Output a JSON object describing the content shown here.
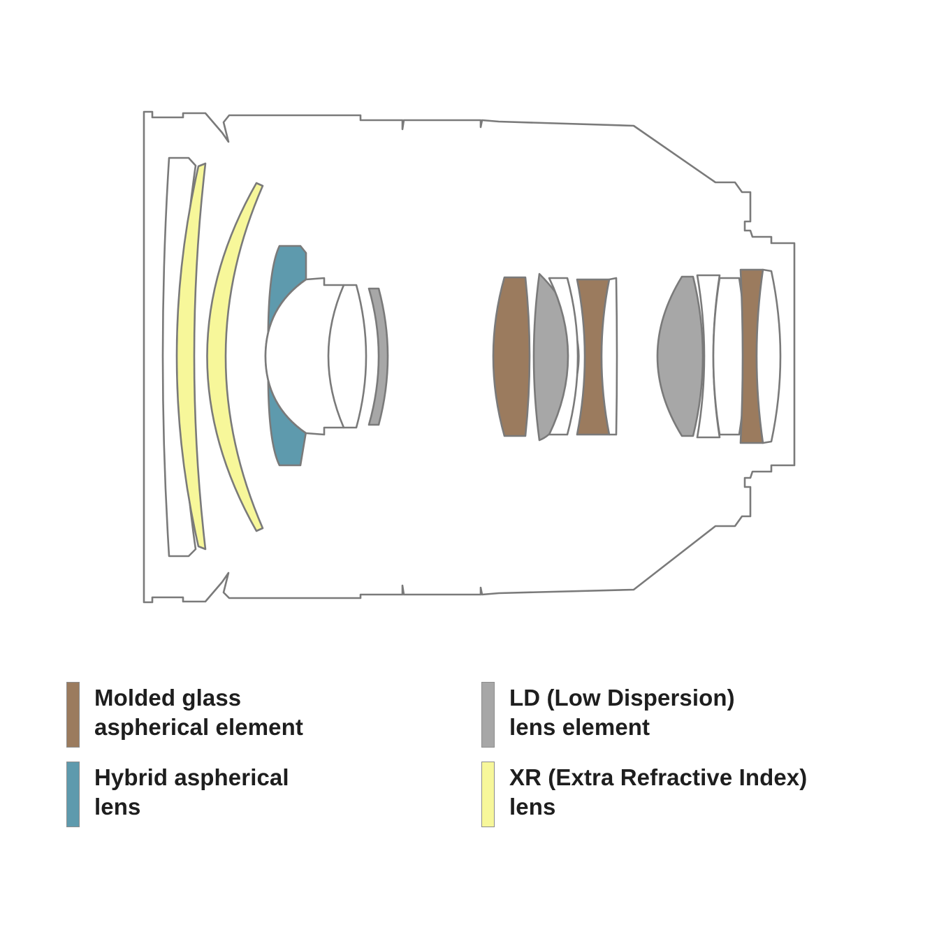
{
  "legend": [
    {
      "line1": "Molded glass",
      "line2": "aspherical element",
      "color": "#9b7b5e"
    },
    {
      "line1": "LD (Low Dispersion)",
      "line2": "lens element",
      "color": "#a7a7a7"
    },
    {
      "line1": "Hybrid aspherical",
      "line2": "lens",
      "color": "#5e9aad"
    },
    {
      "line1": "XR (Extra Refractive Index)",
      "line2": "lens",
      "color": "#f7f79a"
    }
  ],
  "colors": {
    "outline": "#7a7a7a",
    "molded": "#9b7b5e",
    "ld": "#a7a7a7",
    "hybrid": "#5e9aad",
    "xr": "#f7f79a",
    "plain": "#ffffff"
  }
}
